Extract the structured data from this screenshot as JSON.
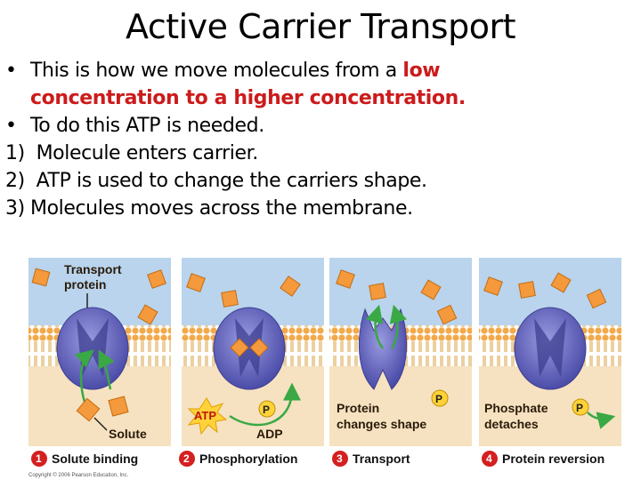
{
  "title": "Active Carrier Transport",
  "bullets": [
    {
      "marker": "•",
      "text": "This is how we move molecules from a ",
      "highlight": "low"
    },
    {
      "marker": "",
      "text": "",
      "highlight": "concentration to a higher concentration."
    },
    {
      "marker": "•",
      "text": "To do this ATP is needed.",
      "highlight": ""
    },
    {
      "marker": "1)",
      "text": "Molecule enters carrier.",
      "highlight": ""
    },
    {
      "marker": "2)",
      "text": "ATP is used to change the carriers shape.",
      "highlight": ""
    },
    {
      "marker": "3)",
      "text": "Molecules moves across the membrane.",
      "highlight": ""
    }
  ],
  "figure": {
    "colors": {
      "outside": "#b9d4ec",
      "inside": "#f6e2c0",
      "lipid_head": "#f2a94b",
      "lipid_tail": "#e8b85c",
      "protein": "#6f70c6",
      "protein_dark": "#3f3f92",
      "solute": "#f49a3c",
      "arrow": "#3aa845",
      "step_badge": "#d42020"
    },
    "panel_texts": {
      "transport_protein_1": "Transport",
      "transport_protein_2": "protein",
      "solute": "Solute",
      "atp": "ATP",
      "p": "P",
      "adp": "ADP",
      "protein_changes_1": "Protein",
      "protein_changes_2": "changes shape",
      "phosphate_detaches_1": "Phosphate",
      "phosphate_detaches_2": "detaches"
    },
    "steps": [
      {
        "number": "1",
        "label": "Solute binding"
      },
      {
        "number": "2",
        "label": "Phosphorylation"
      },
      {
        "number": "3",
        "label": "Transport"
      },
      {
        "number": "4",
        "label": "Protein reversion"
      }
    ],
    "copyright": "Copyright © 2006 Pearson Education, Inc."
  }
}
